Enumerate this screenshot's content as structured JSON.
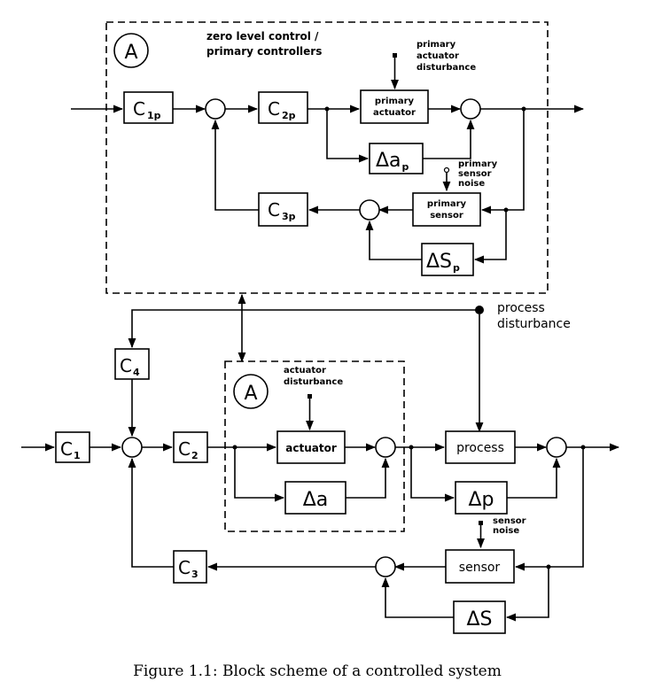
{
  "upper_group": {
    "marker": "A",
    "title_line1": "zero level control /",
    "title_line2": "primary controllers",
    "disturbance": [
      "primary",
      "actuator",
      "disturbance"
    ],
    "noise": [
      "primary",
      "sensor",
      "noise"
    ],
    "blocks": {
      "c1p": {
        "main": "C",
        "sub": "1p"
      },
      "c2p": {
        "main": "C",
        "sub": "2p"
      },
      "c3p": {
        "main": "C",
        "sub": "3p"
      },
      "actuator": [
        "primary",
        "actuator"
      ],
      "delta_a": {
        "main": "Δa",
        "sub": "p"
      },
      "sensor": [
        "primary",
        "sensor"
      ],
      "delta_s": {
        "main": "ΔS",
        "sub": "p"
      }
    }
  },
  "process_disturbance": [
    "process",
    "disturbance"
  ],
  "lower_group": {
    "marker": "A",
    "disturbance": [
      "actuator",
      "disturbance"
    ],
    "blocks": {
      "actuator": "actuator",
      "delta_a": "Δa"
    }
  },
  "lower_blocks": {
    "c1": {
      "main": "C",
      "sub": "1"
    },
    "c2": {
      "main": "C",
      "sub": "2"
    },
    "c3": {
      "main": "C",
      "sub": "3"
    },
    "c4": {
      "main": "C",
      "sub": "4"
    },
    "process": "process",
    "delta_p": "Δp",
    "sensor": "sensor",
    "delta_s": "ΔS"
  },
  "sensor_noise": [
    "sensor",
    "noise"
  ],
  "caption": "Figure 1.1: Block scheme of a controlled system"
}
